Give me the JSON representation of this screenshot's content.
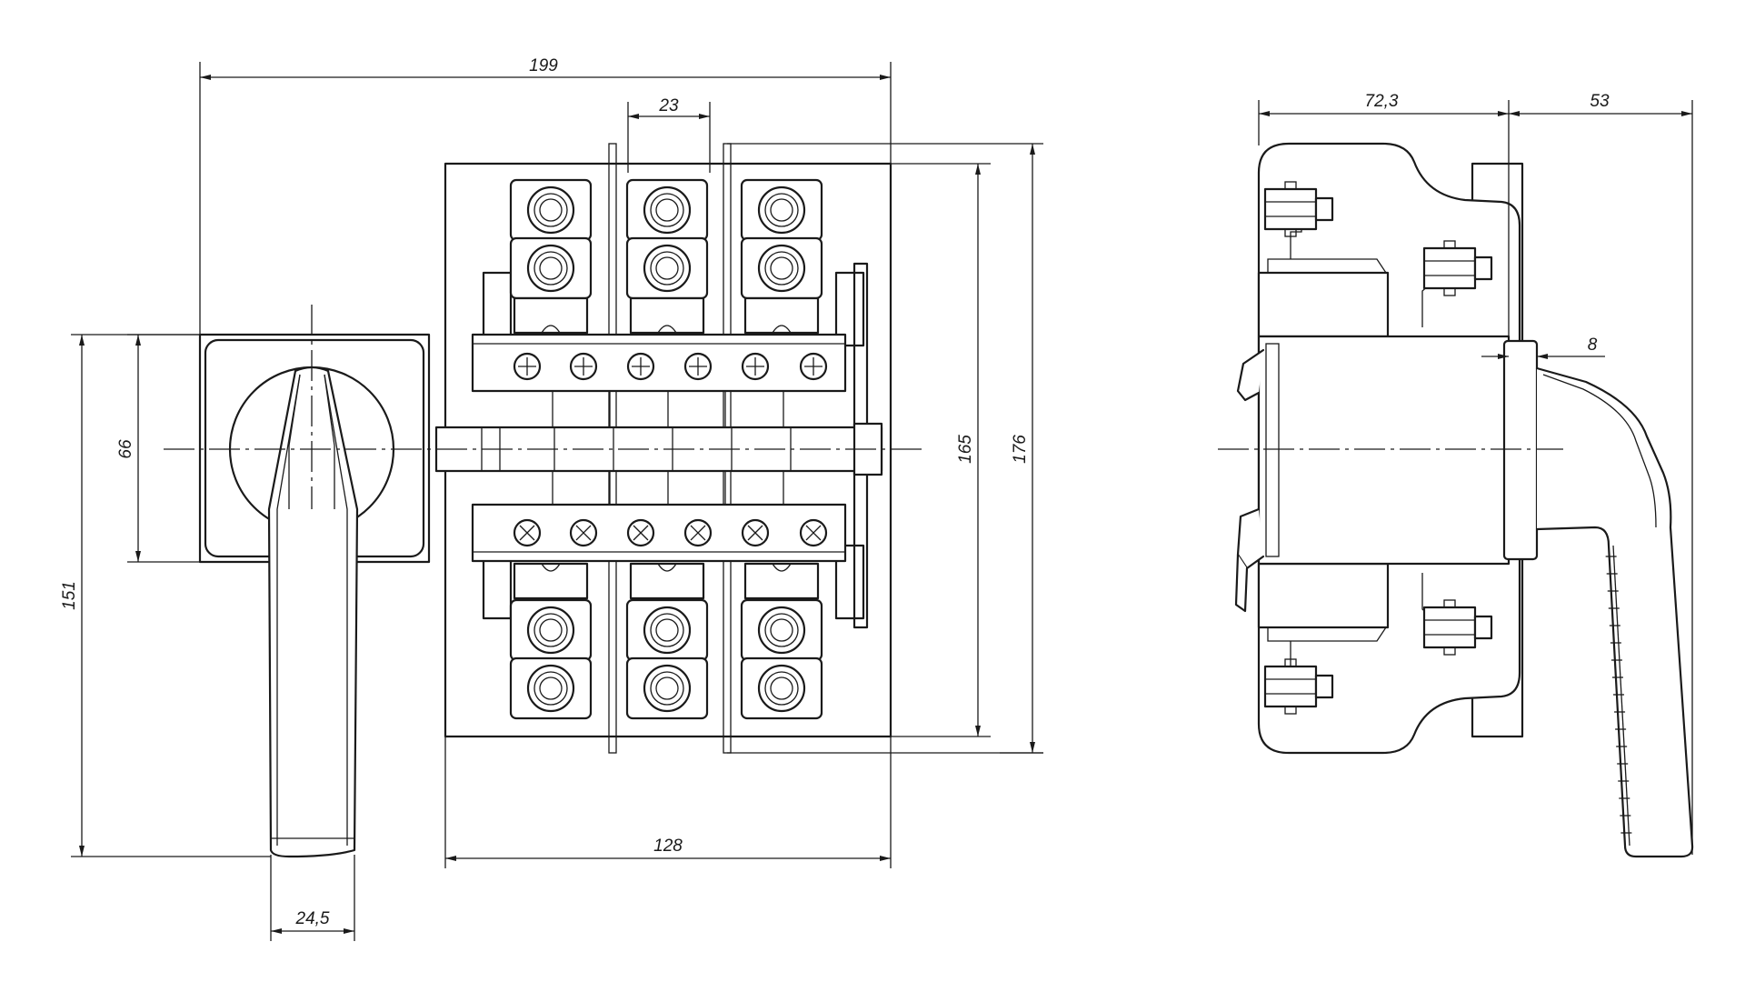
{
  "dimensions": {
    "overall_width": "199",
    "terminal_pitch": "23",
    "base_width": "128",
    "handle_width": "24,5",
    "height_151": "151",
    "square_66": "66",
    "height_165": "165",
    "height_176": "176",
    "side_depth": "72,3",
    "handle_depth": "53",
    "offset_8": "8"
  },
  "colors": {
    "line": "#1a1a1a",
    "background": "#ffffff"
  }
}
